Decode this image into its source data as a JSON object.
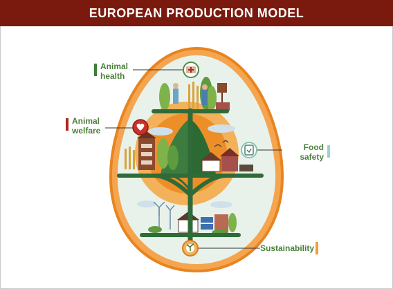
{
  "header": {
    "title": "EUROPEAN PRODUCTION MODEL"
  },
  "labels": {
    "animal_health": [
      "Animal",
      "health"
    ],
    "animal_welfare": [
      "Animal",
      "welfare"
    ],
    "food_safety": [
      "Food",
      "safety"
    ],
    "sustainability": "Sustainability"
  },
  "colors": {
    "title_bg": "#7a1a0e",
    "egg_outline": "#e8841f",
    "egg_fill": "#e8f2ea",
    "dark_green": "#2f6b39",
    "animal_health_bar": "#3e7d3a",
    "animal_welfare_bar": "#b3241b",
    "food_safety_bar": "#9cd3c9",
    "sustainability_bar": "#f0a030",
    "label_green": "#4b7f3a"
  },
  "icons": {
    "animal_health": "medical-case-icon",
    "animal_welfare": "heart-icon",
    "food_safety": "safety-jar-icon",
    "sustainability": "seedling-icon"
  }
}
